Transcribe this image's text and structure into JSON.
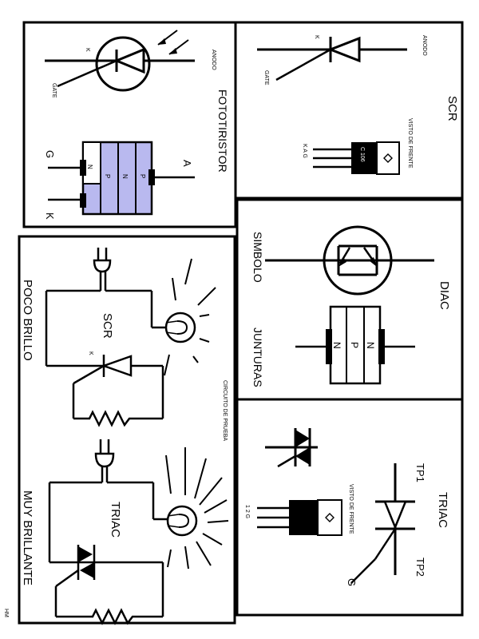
{
  "labels": {
    "scr": {
      "title": "SCR",
      "anodo": "ANODO",
      "k": "K",
      "gate": "GATE",
      "visto_de_frente": "VISTO DE FRENTE",
      "pins": "K A G",
      "code": "C 106"
    },
    "fototiristor": {
      "title": "FOTOTIRISTOR",
      "anodo": "ANODO",
      "k": "K",
      "gate": "GATE",
      "a": "A",
      "g": "G",
      "k_big": "K",
      "layers": [
        "P",
        "N",
        "P",
        "N"
      ]
    },
    "diac": {
      "title": "DIAC",
      "simbolo": "SIMBOLO",
      "junturas": "JUNTURAS",
      "layers": [
        "N",
        "P",
        "N"
      ]
    },
    "triac": {
      "title": "TRIAC",
      "tp1": "TP1",
      "tp2": "TP2",
      "g": "G",
      "visto_de_frente": "VISTO DE FRENTE",
      "pins": "1 2 G"
    },
    "circuito": {
      "title": "CIRCUITO DE PRUEBA",
      "scr": "SCR",
      "k": "K",
      "poco_brillo": "POCO BRILLO",
      "triac": "TRIAC",
      "muy_brillante": "MUY BRILLANTE"
    },
    "author": "HM"
  },
  "colors": {
    "layer_fill": "#b9b9ef",
    "line": "#000000"
  }
}
